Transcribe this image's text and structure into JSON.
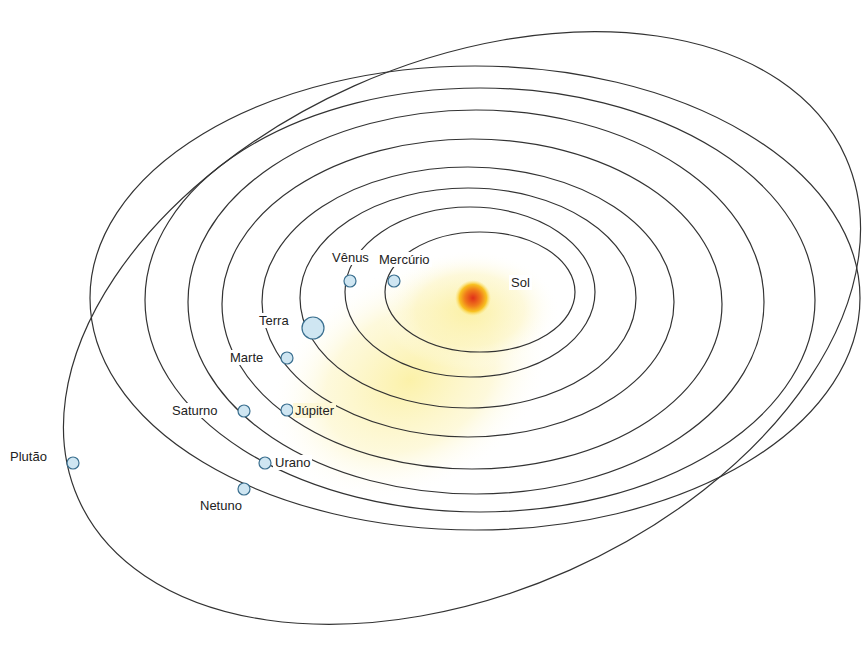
{
  "diagram": {
    "labels": [
      "Vênus",
      "Mercúrio",
      "Sol",
      "Terra",
      "Marte",
      "Saturno",
      "Júpiter",
      "Plutão",
      "Urano",
      "Netuno"
    ]
  }
}
